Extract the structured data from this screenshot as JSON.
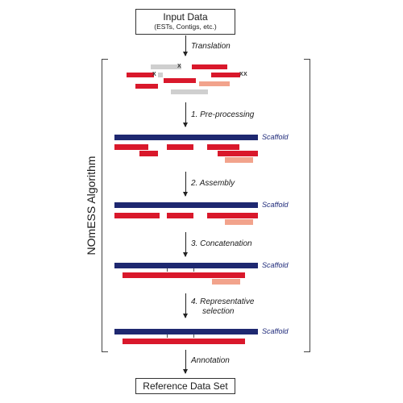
{
  "input_box": {
    "title": "Input Data",
    "subtitle": "(ESTs, Contigs, etc.)"
  },
  "output_box": {
    "title": "Reference Data Set"
  },
  "algorithm_label": "NOmESS Algorithm",
  "steps": {
    "translation": "Translation",
    "preprocessing": "1. Pre-processing",
    "assembly": "2. Assembly",
    "concatenation": "3. Concatenation",
    "representative_line1": "4. Representative",
    "representative_line2": "selection",
    "annotation": "Annotation"
  },
  "scaffold_label": "Scaffold",
  "stop_mark": "X",
  "colors": {
    "scaffold": "#1e2870",
    "fragment": "#d9182b",
    "overlap": "#f2a38c",
    "discarded": "#cfcfcf"
  }
}
